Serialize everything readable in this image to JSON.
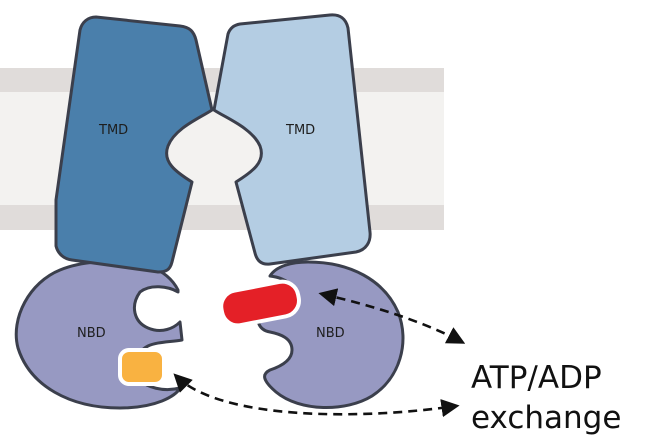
{
  "diagram": {
    "labels": {
      "tmd_left": "TMD",
      "tmd_right": "TMD",
      "nbd_left": "NBD",
      "nbd_right": "NBD"
    },
    "caption": {
      "line1": "ATP/ADP",
      "line2": "exchange"
    },
    "colors": {
      "membrane_outer": "#e0dcda",
      "membrane_inner": "#f3f2f0",
      "tmd_left": "#4a7fab",
      "tmd_right": "#b4cde3",
      "nbd": "#9799c2",
      "outline": "#3b3f4c",
      "atp": "#e42027",
      "adp": "#f9b241",
      "arrow": "#111111"
    }
  }
}
